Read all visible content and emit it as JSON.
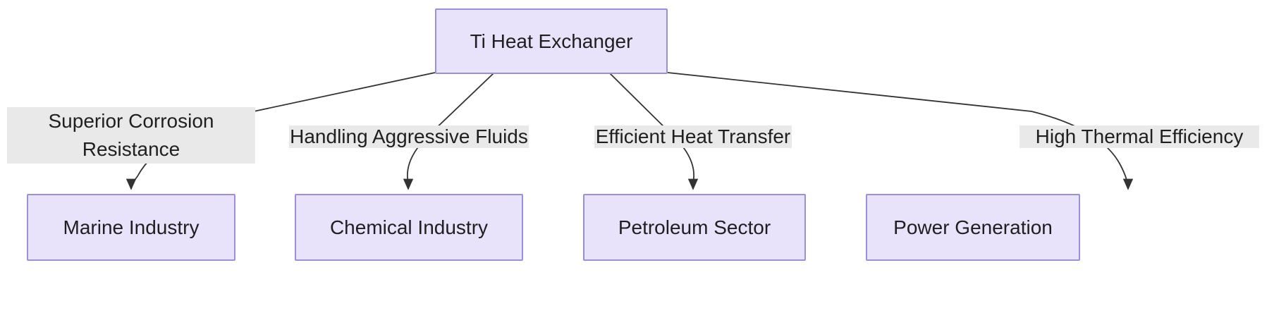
{
  "diagram": {
    "type": "flowchart",
    "direction": "top-down",
    "title": "Ti Heat Exchanger",
    "colors": {
      "node_fill": "#e8e3fb",
      "node_border": "#9b8fd6",
      "edge_label_background": "#e9e9e9",
      "edge_stroke": "#333333",
      "text": "#1f1f1f",
      "canvas": "#ffffff"
    },
    "root": {
      "id": "ti-heat-exchanger",
      "label": "Ti Heat Exchanger"
    },
    "edge_labels": [
      {
        "id": "superior-corrosion-resistance",
        "label": "Superior Corrosion\nResistance"
      },
      {
        "id": "handling-aggressive-fluids",
        "label": "Handling Aggressive Fluids"
      },
      {
        "id": "efficient-heat-transfer",
        "label": "Efficient Heat Transfer"
      },
      {
        "id": "high-thermal-efficiency",
        "label": "High Thermal Efficiency"
      }
    ],
    "leaves": [
      {
        "id": "marine-industry",
        "label": "Marine Industry"
      },
      {
        "id": "chemical-industry",
        "label": "Chemical Industry"
      },
      {
        "id": "petroleum-sector",
        "label": "Petroleum Sector"
      },
      {
        "id": "power-generation",
        "label": "Power Generation"
      }
    ],
    "edges": [
      {
        "from": "Ti Heat Exchanger",
        "to": "Marine Industry",
        "label": "Superior Corrosion Resistance"
      },
      {
        "from": "Ti Heat Exchanger",
        "to": "Chemical Industry",
        "label": "Handling Aggressive Fluids"
      },
      {
        "from": "Ti Heat Exchanger",
        "to": "Petroleum Sector",
        "label": "Efficient Heat Transfer"
      },
      {
        "from": "Ti Heat Exchanger",
        "to": "Power Generation",
        "label": "High Thermal Efficiency"
      }
    ]
  }
}
